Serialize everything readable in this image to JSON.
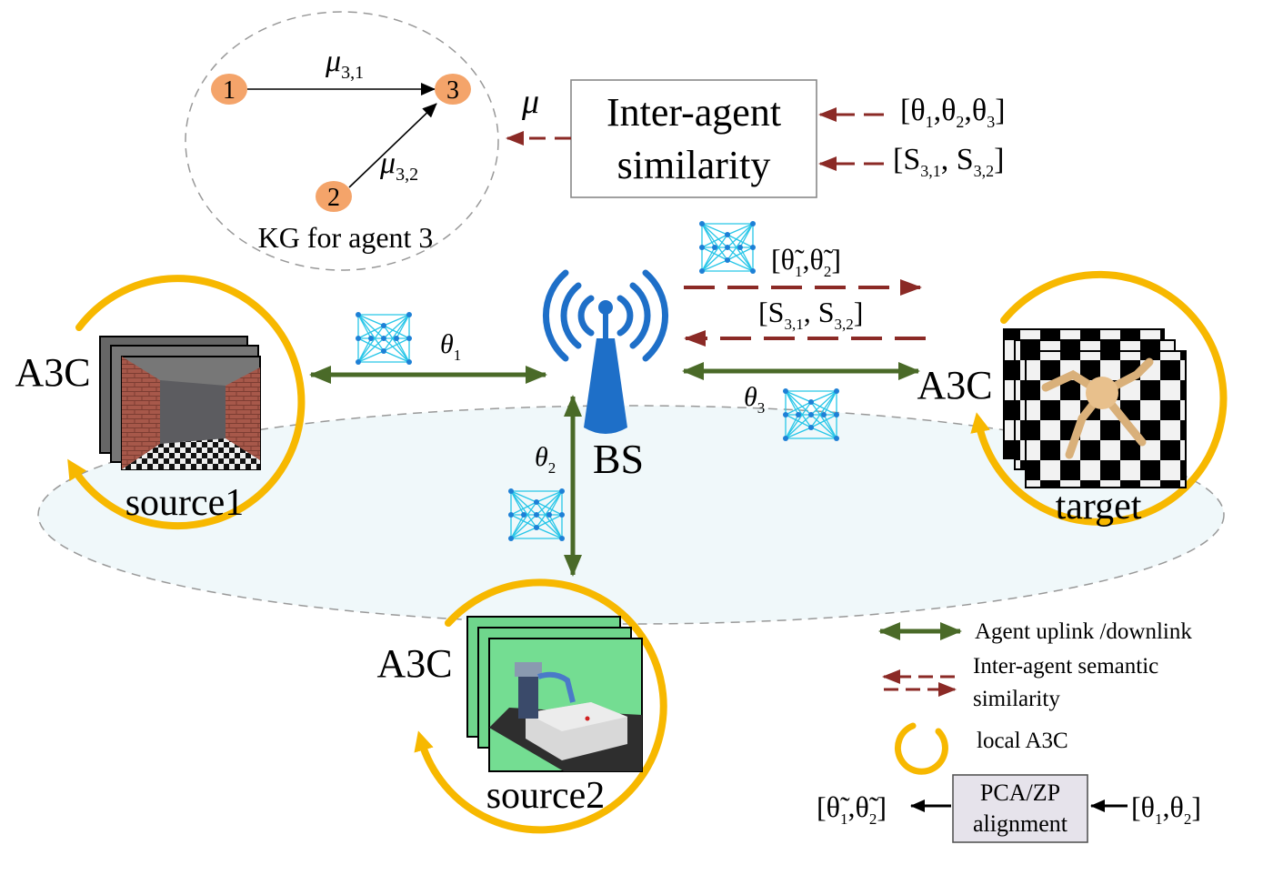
{
  "kg": {
    "node1": "1",
    "node2": "2",
    "node3": "3",
    "edge13": "μ",
    "edge13_sub": "3,1",
    "edge23": "μ",
    "edge23_sub": "3,2",
    "caption": "KG for agent 3"
  },
  "similarity": {
    "line1": "Inter-agent",
    "line2": "similarity",
    "output": "μ",
    "in1_prefix": "[θ",
    "in1_sub1": "1",
    "in1_mid1": ",θ",
    "in1_sub2": "2",
    "in1_mid2": ",θ",
    "in1_sub3": "3",
    "in1_suffix": "]",
    "in2_prefix": "[S",
    "in2_sub1": "3,1",
    "in2_mid": ", S",
    "in2_sub2": "3,2",
    "in2_suffix": "]"
  },
  "bs": {
    "label": "BS"
  },
  "links": {
    "theta1": "θ",
    "theta1_sub": "1",
    "theta2": "θ",
    "theta2_sub": "2",
    "theta3": "θ",
    "theta3_sub": "3",
    "target_up_prefix": "[θ̃",
    "target_up_sub1": "1",
    "target_up_mid": ",θ̃",
    "target_up_sub2": "2",
    "target_up_suffix": "]",
    "target_down_prefix": "[S",
    "target_down_sub1": "3,1",
    "target_down_mid": ", S",
    "target_down_sub2": "3,2",
    "target_down_suffix": "]"
  },
  "agents": {
    "source1": {
      "label": "source1",
      "algo": "A3C"
    },
    "source2": {
      "label": "source2",
      "algo": "A3C"
    },
    "target": {
      "label": "target",
      "algo": "A3C"
    }
  },
  "legend": {
    "uplink": "Agent uplink /downlink",
    "semantic_line1": "Inter-agent semantic",
    "semantic_line2": "similarity",
    "local": "local A3C"
  },
  "pca": {
    "line1": "PCA/ZP",
    "line2": "alignment",
    "out_prefix": "[θ̃",
    "out_sub1": "1",
    "out_mid": ",θ̃",
    "out_sub2": "2",
    "out_suffix": "]",
    "in_prefix": "[θ",
    "in_sub1": "1",
    "in_mid": ",θ",
    "in_sub2": "2",
    "in_suffix": "]"
  },
  "colors": {
    "green": "#4a6a28",
    "red": "#8b2a26",
    "gold": "#f7b800",
    "node": "#f4a46a",
    "bs_blue": "#1e6fc8",
    "nn": "#27c6e8"
  }
}
